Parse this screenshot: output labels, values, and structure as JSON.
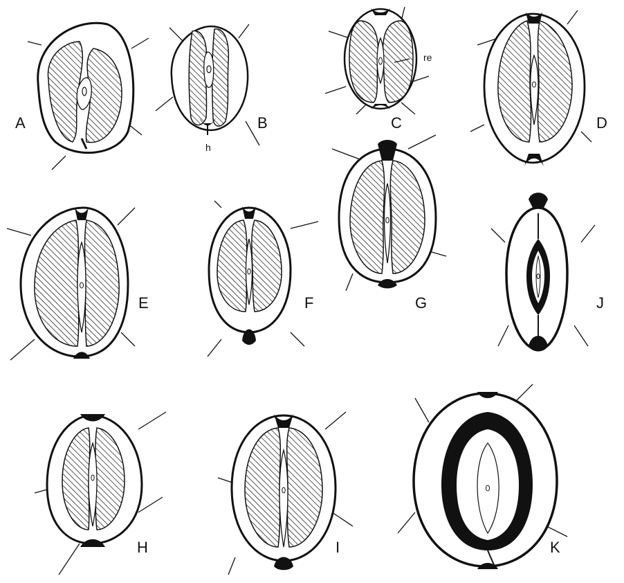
{
  "labels": {
    "A": "A",
    "B": "B",
    "C": "C",
    "D": "D",
    "E": "E",
    "F": "F",
    "G": "G",
    "H": "H",
    "I": "I",
    "J": "J",
    "K": "K",
    "h": "h",
    "re": "re"
  },
  "colors": {
    "ink": "#111111",
    "paper": "#ffffff"
  }
}
